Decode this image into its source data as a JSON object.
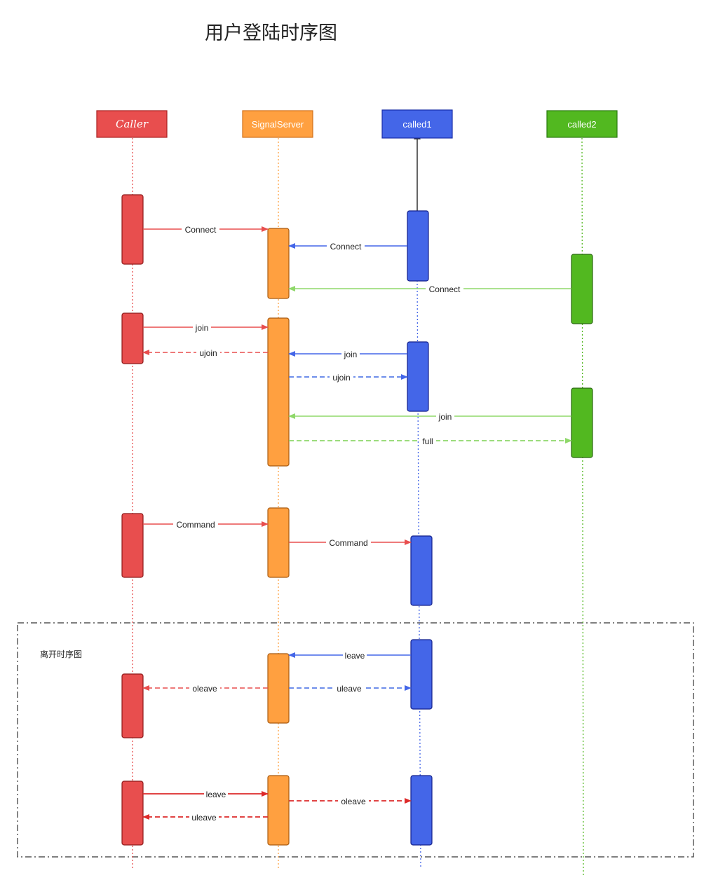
{
  "title": "用户登陆时序图",
  "frame_label": "离开时序图",
  "colors": {
    "caller": "#e84e4e",
    "signal": "#ffa040",
    "called1": "#4466e8",
    "called2": "#52b820",
    "red_msg": "#e84e4e",
    "dark_red_msg": "#dd2a2a",
    "blue_msg": "#4466e8",
    "green_msg": "#8fd86a",
    "dash_blue": "#5a7ee8"
  },
  "actors": [
    {
      "id": "caller",
      "label": "Caller"
    },
    {
      "id": "signal",
      "label": "SignalServer"
    },
    {
      "id": "called1",
      "label": "called1"
    },
    {
      "id": "called2",
      "label": "called2"
    }
  ],
  "messages": [
    {
      "label": "Connect",
      "from": "caller",
      "to": "signal",
      "style": "solid",
      "color": "red"
    },
    {
      "label": "Connect",
      "from": "called1",
      "to": "signal",
      "style": "solid",
      "color": "blue"
    },
    {
      "label": "Connect",
      "from": "called2",
      "to": "signal",
      "style": "solid",
      "color": "green"
    },
    {
      "label": "join",
      "from": "caller",
      "to": "signal",
      "style": "solid",
      "color": "red"
    },
    {
      "label": "ujoin",
      "from": "signal",
      "to": "caller",
      "style": "dashed",
      "color": "red"
    },
    {
      "label": "join",
      "from": "called1",
      "to": "signal",
      "style": "solid",
      "color": "blue"
    },
    {
      "label": "ujoin",
      "from": "signal",
      "to": "called1",
      "style": "dashed",
      "color": "blue"
    },
    {
      "label": "join",
      "from": "called2",
      "to": "signal",
      "style": "solid",
      "color": "green"
    },
    {
      "label": "full",
      "from": "signal",
      "to": "called2",
      "style": "dashed",
      "color": "green"
    },
    {
      "label": "Command",
      "from": "caller",
      "to": "signal",
      "style": "solid",
      "color": "red"
    },
    {
      "label": "Command",
      "from": "signal",
      "to": "called1",
      "style": "solid",
      "color": "red"
    },
    {
      "label": "leave",
      "from": "called1",
      "to": "signal",
      "style": "solid",
      "color": "blue"
    },
    {
      "label": "oleave",
      "from": "signal",
      "to": "caller",
      "style": "dashed",
      "color": "red"
    },
    {
      "label": "uleave",
      "from": "signal",
      "to": "called1",
      "style": "dashed",
      "color": "blue"
    },
    {
      "label": "leave",
      "from": "caller",
      "to": "signal",
      "style": "solid",
      "color": "darkred"
    },
    {
      "label": "uleave",
      "from": "signal",
      "to": "caller",
      "style": "dashed",
      "color": "darkred"
    },
    {
      "label": "oleave",
      "from": "signal",
      "to": "called1",
      "style": "dashed",
      "color": "darkred"
    }
  ]
}
